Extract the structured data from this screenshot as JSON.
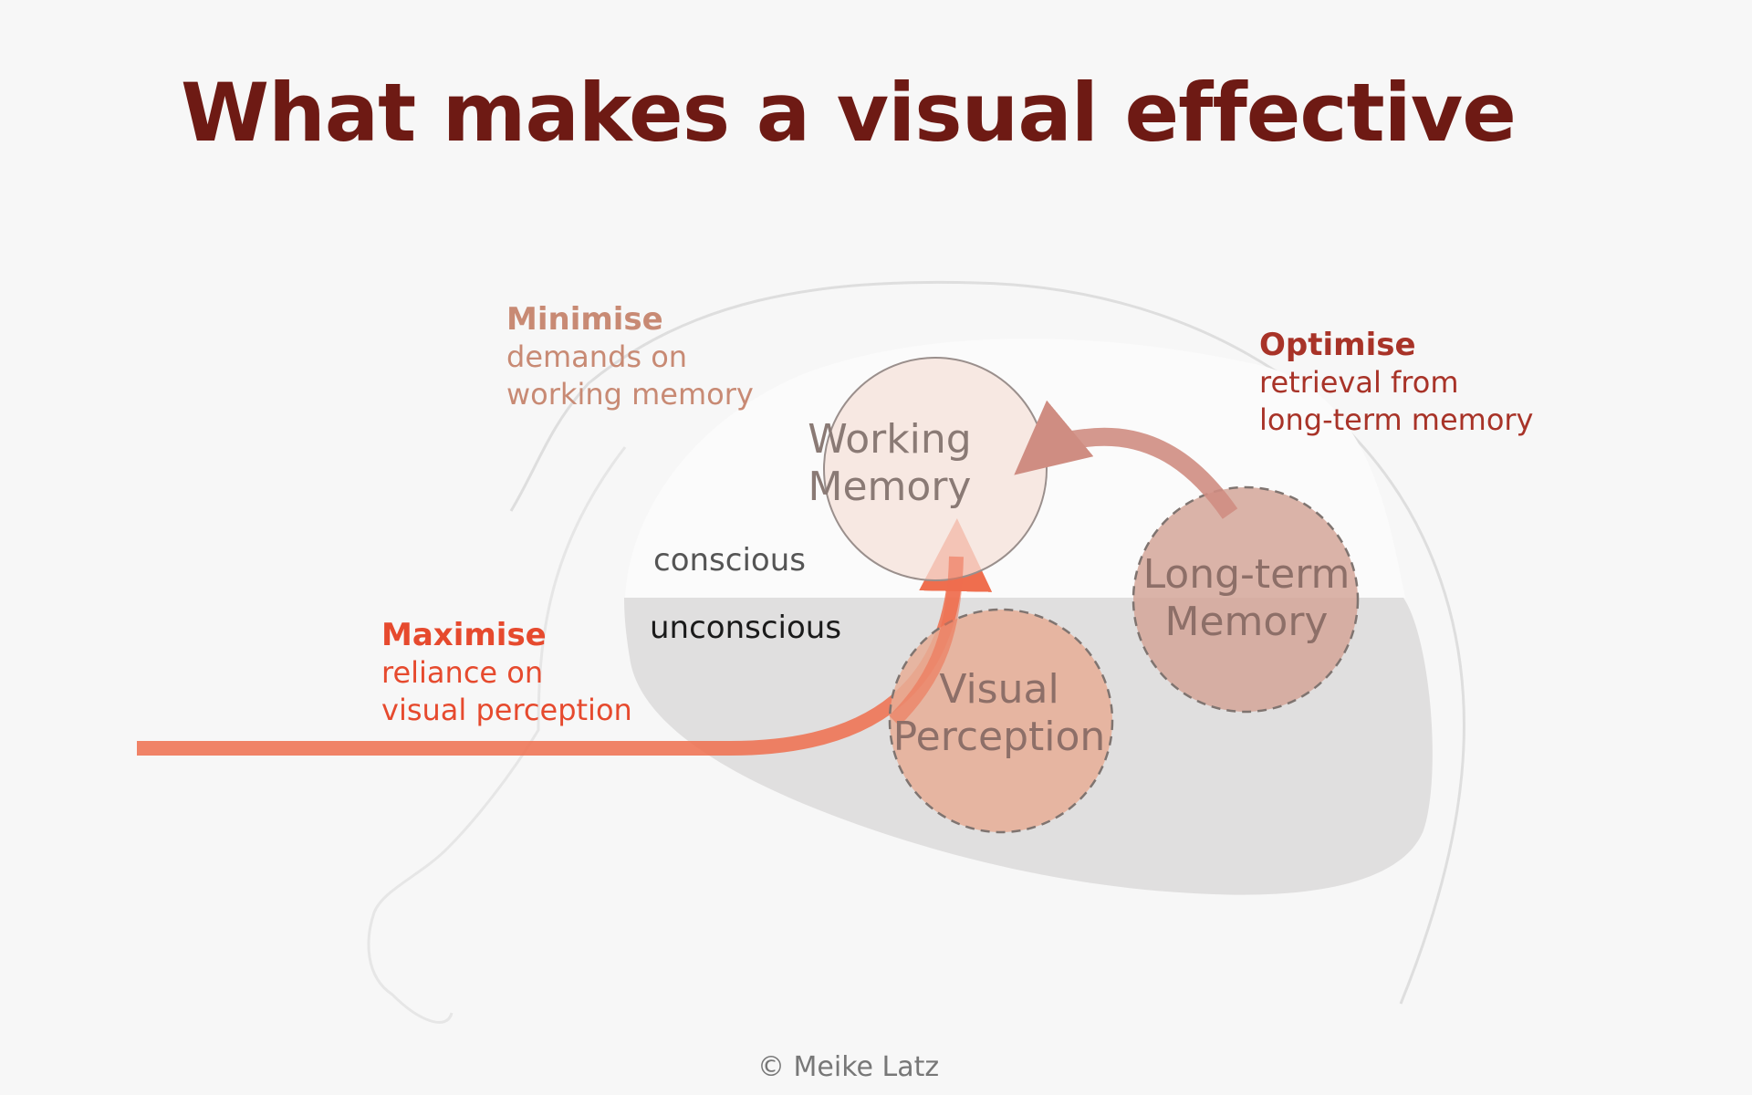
{
  "title": "What makes a visual effective",
  "callouts": {
    "minimise": {
      "head": "Minimise",
      "line1": "demands on",
      "line2": "working memory"
    },
    "optimise": {
      "head": "Optimise",
      "line1": "retrieval from",
      "line2": "long-term memory"
    },
    "maximise": {
      "head": "Maximise",
      "line1": "reliance on",
      "line2": "visual perception"
    }
  },
  "zones": {
    "conscious": "conscious",
    "unconscious": "unconscious"
  },
  "nodes": {
    "working_memory": {
      "line1": "Working",
      "line2": "Memory"
    },
    "long_term_memory": {
      "line1": "Long-term",
      "line2": "Memory"
    },
    "visual_perception": {
      "line1": "Visual",
      "line2": "Perception"
    }
  },
  "copyright": "© Meike Latz",
  "colors": {
    "title": "#6e1a14",
    "minimise": "#c88a74",
    "optimise": "#a83328",
    "maximise": "#e64a2e",
    "unconscious_zone": "#e0dfdf",
    "working_memory_fill": "#f6e2da",
    "long_term_memory_fill": "#d3a699",
    "visual_perception_fill": "#e6ae96",
    "perception_arrow": "#ef6e4e",
    "retrieval_arrow": "#cf8d82"
  }
}
